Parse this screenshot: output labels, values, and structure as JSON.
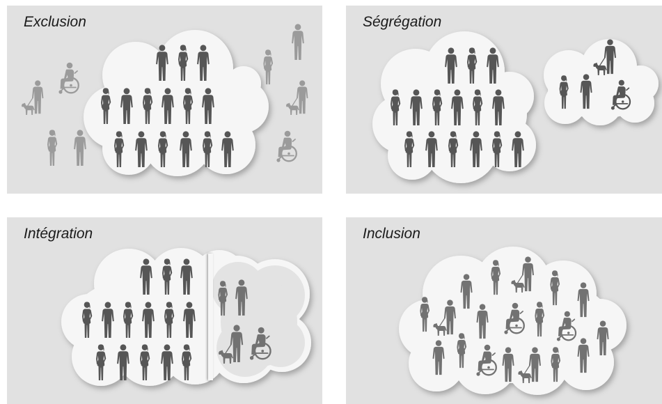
{
  "panels": {
    "exclusion": {
      "title": "Exclusion"
    },
    "segregation": {
      "title": "Ségrégation"
    },
    "integration": {
      "title": "Intégration"
    },
    "inclusion": {
      "title": "Inclusion"
    }
  },
  "icons": {
    "standing_man": "man-icon",
    "standing_woman": "woman-icon",
    "wheelchair_user": "wheelchair-user-icon",
    "guide_dog_user": "guide-dog-user-icon"
  },
  "colors": {
    "page_background": "#ffffff",
    "panel_background": "#e1e1e1",
    "cloud": "#f6f6f6",
    "integration_inner_bubble": "#e3e3e3",
    "figure_inside": "#565656",
    "figure_outside": "#9b9b9b",
    "figure_integrated": "#727272",
    "title_text": "#1a1a1a"
  }
}
